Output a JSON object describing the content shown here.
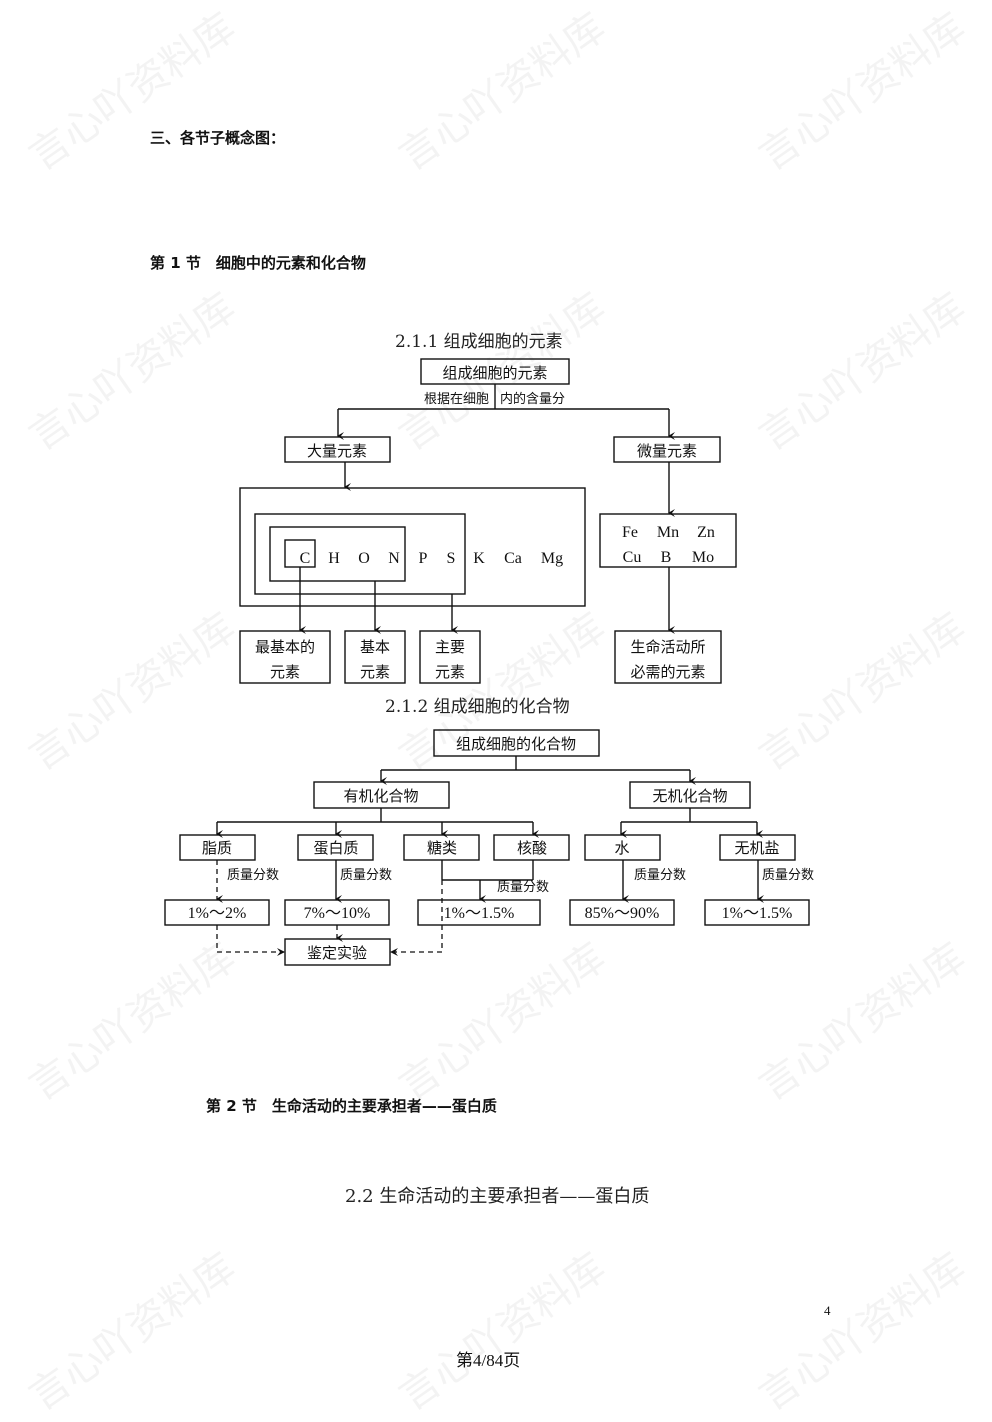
{
  "watermark": "言心吖资料库",
  "heading": "三、各节子概念图：",
  "section1": {
    "title": "第 1 节　细胞中的元素和化合物",
    "fig1": {
      "caption": "2.1.1 组成细胞的元素",
      "root": "组成细胞的元素",
      "criterion_left": "根据在细胞",
      "criterion_right": "内的含量分",
      "macro": "大量元素",
      "micro": "微量元素",
      "macro_elements": [
        "C",
        "H",
        "O",
        "N",
        "P",
        "S",
        "K",
        "Ca",
        "Mg"
      ],
      "micro_elements_row1": [
        "Fe",
        "Mn",
        "Zn"
      ],
      "micro_elements_row2": [
        "Cu",
        "B",
        "Mo"
      ],
      "basic_most": [
        "最基本的",
        "元素"
      ],
      "basic": [
        "基本",
        "元素"
      ],
      "main": [
        "主要",
        "元素"
      ],
      "essential": [
        "生命活动所",
        "必需的元素"
      ]
    },
    "fig2": {
      "caption": "2.1.2 组成细胞的化合物",
      "root": "组成细胞的化合物",
      "organic": "有机化合物",
      "inorganic": "无机化合物",
      "lipid": "脂质",
      "protein": "蛋白质",
      "sugar": "糖类",
      "nucleic": "核酸",
      "water": "水",
      "salt": "无机盐",
      "mass_fraction": "质量分数",
      "lipid_pct": "1%～2%",
      "protein_pct": "7%～10%",
      "sugar_nucleic_pct": "1%～1.5%",
      "water_pct": "85%～90%",
      "salt_pct": "1%～1.5%",
      "experiment": "鉴定实验"
    }
  },
  "section2": {
    "title": "第 2 节　生命活动的主要承担者——蛋白质",
    "caption": "2.2 生命活动的主要承担者——蛋白质"
  },
  "page_number": "4",
  "footer": "第4/84页"
}
